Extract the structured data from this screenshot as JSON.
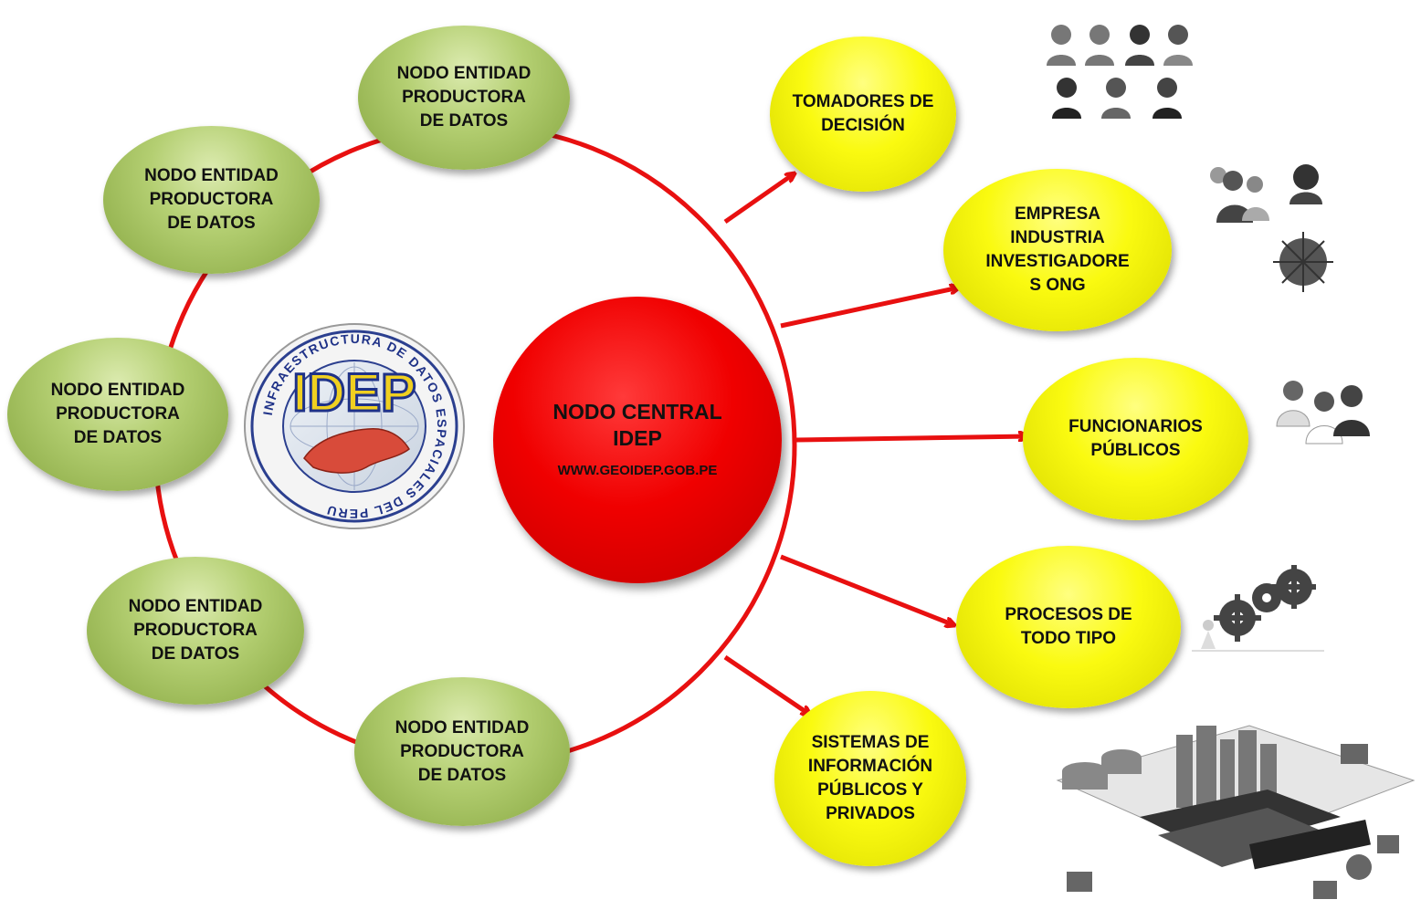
{
  "central": {
    "title": "NODO CENTRAL\nIDEP",
    "url": "WWW.GEOIDEP.GOB.PE"
  },
  "producer_nodes": [
    {
      "label": "NODO ENTIDAD\nPRODUCTORA\nDE DATOS"
    },
    {
      "label": "NODO ENTIDAD\nPRODUCTORA\nDE DATOS"
    },
    {
      "label": "NODO ENTIDAD\nPRODUCTORA\nDE DATOS"
    },
    {
      "label": "NODO ENTIDAD\nPRODUCTORA\nDE DATOS"
    },
    {
      "label": "NODO ENTIDAD\nPRODUCTORA\nDE DATOS"
    }
  ],
  "user_nodes": [
    {
      "label": "TOMADORES DE\nDECISIÓN"
    },
    {
      "label": "EMPRESA\nINDUSTRIA\nINVESTIGADORE\nS ONG"
    },
    {
      "label": "FUNCIONARIOS\nPÚBLICOS"
    },
    {
      "label": "PROCESOS DE\nTODO TIPO"
    },
    {
      "label": "SISTEMAS DE\nINFORMACIÓN\nPÚBLICOS Y\nPRIVADOS"
    }
  ],
  "logo": {
    "ring_text": "INFRAESTRUCTURA DE DATOS ESPACIALES DEL PERU",
    "center_text": "IDEP"
  },
  "colors": {
    "ring": "#e81010",
    "central": "#f00000",
    "producer": "#a8c35e",
    "user": "#f5f500"
  },
  "icons": [
    "people-group-icon",
    "business-people-icon",
    "officials-icon",
    "gears-icon",
    "information-systems-icon"
  ]
}
